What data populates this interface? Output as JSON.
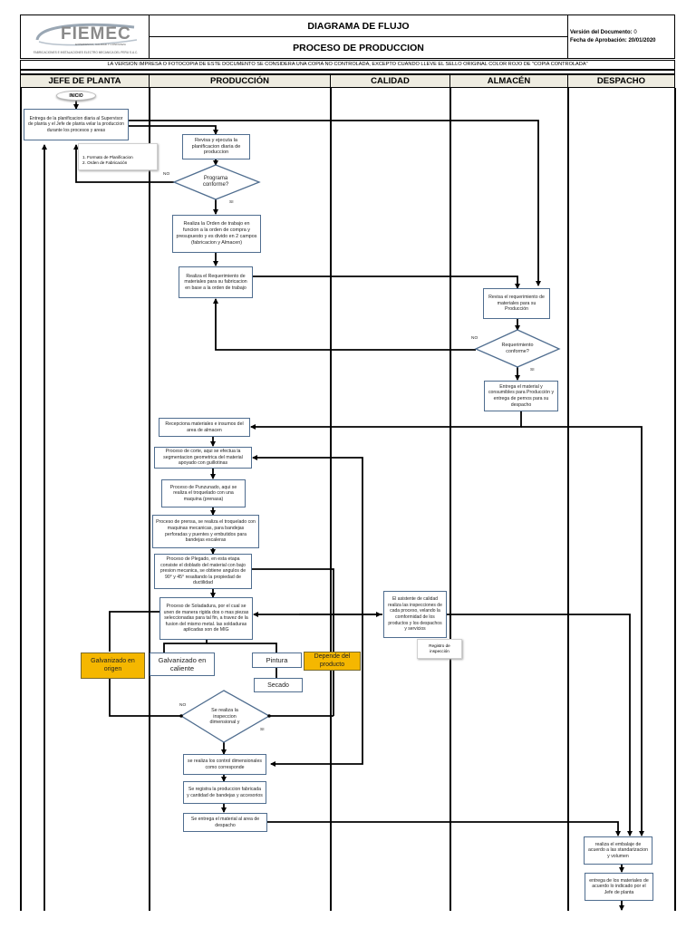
{
  "header": {
    "logo_name": "FIEMEC",
    "logo_tagline": "EXPERIENCIA, CALIDAD Y CONFIANZA",
    "company_name": "FABRICACIONES E INSTALACIONES ELECTRO MECANICA DEL PERU S.A.C.",
    "title": "DIAGRAMA DE FLUJO",
    "subtitle": "PROCESO DE PRODUCCION",
    "version_label": "Versión del Documento:",
    "version_value": " 0",
    "approval_label": "Fecha de Aprobación:",
    "approval_value": " 20/01/2020",
    "notice": "LA VERSION IMPRESA O FOTOCOPIA DE ESTE DOCUMENTO SE CONSIDERA UNA COPIA NO CONTROLADA, EXCEPTO CUANDO LLEVE EL SELLO ORIGINAL COLOR ROJO DE \"COPIA CONTROLADA\""
  },
  "lanes": [
    "JEFE DE PLANTA",
    "PRODUCCIÓN",
    "CALIDAD",
    "ALMACÉN",
    "DESPACHO"
  ],
  "colors": {
    "box_border": "#4f6d8f",
    "highlight": "#f5b700",
    "lane_header_bg": "#eeece1",
    "diamond_border": "#4f6d8f"
  },
  "nodes": {
    "inicio": "INICIO",
    "entrega_planificacion": "Entrega de la planificacion diaria al Supervisor de planta y el Jefe de planta velar la produccion durante los procesos y areas",
    "doc_formatos": [
      "1. Formato de Planificacion",
      "2. Orden de Fabricación"
    ],
    "revisa_ejecuta": "Revisa y ejecuta la planificacion diaria de produccion",
    "programa_conforme": "Programa conforme?",
    "orden_trabajo": "Realiza la Orden de trabajo en funcion a la orden de compra y presupuesto y es divido en 2 campos (fabricacion y Almacen)",
    "requerimiento": "Realiza el Requerimiento de materiales para su fabricacion en base a la orden de trabajo",
    "revisa_requerimiento": "Revisa el requerimiento de materiales para su Producción",
    "requerimiento_conforme": "Requerimiento conforme?",
    "entrega_material": "Entrega el material y consumibles para Producción y entrega de pernos para su despacho",
    "recepciona": "Recepciona materiales e insumos del area de almacen",
    "corte": "Proceso de corte, aqui se efectua la segmentacion geometrica del material apoyado con guillotinas",
    "punzonado": "Proceso de Punzunado, aqui se realiza el troquelado con una maquina (prenasa)",
    "prensa": "Proceso de prensa, se realiza el troquelado con maquinas mecanicas, para bandejas perforadas y puentes y embutidos para bandejas escaleras",
    "plegado": "Proceso de Plegado, en esta etapa consiste el doblado del material con bajo presion mecanica, se obtiene angulos de 90° y 45° resaltando la propiedad de ductilidad",
    "soldadura": "Proceso de Soladadura, por el cual se unen de manera rigida dos o mas piezas seleccionadas para tal fin, a travez de la fusion del mismo metal. las soldaduras aplicadas son de MIG",
    "asistente_calidad": "El asistente de calidad realiza las inspecciones de cada proceso, velando la comformidad de los productos y los despachos y servicios",
    "doc_registro": "Registro de inspección",
    "galv_origen": "Galvanizado en origen",
    "galv_caliente": "Galvanizado en caliente",
    "pintura": "Pintura",
    "secado": "Secado",
    "depende": "Depende del producto",
    "inspeccion_dim": "Se realiza la inspeccion dimensional y",
    "control_dim": "se realiza los control dimensionales como corresponde",
    "registra_produccion": "Se registra la produccion fabricada y cantidad de bandejas y accesorios",
    "entrega_despacho": "Se entrega el material al area de despacho",
    "embalaje": "realiza el embalaje de acuerdo a las standarizacion y volumen",
    "entrega_materiales": "entrega de los materiales de acuerdo lo indicado por el Jefe de planta"
  },
  "edge_labels": {
    "no_1": "NO",
    "si_1": "SI",
    "no_2": "NO",
    "si_2": "SI",
    "no_3": "NO",
    "si_3": "SI"
  }
}
